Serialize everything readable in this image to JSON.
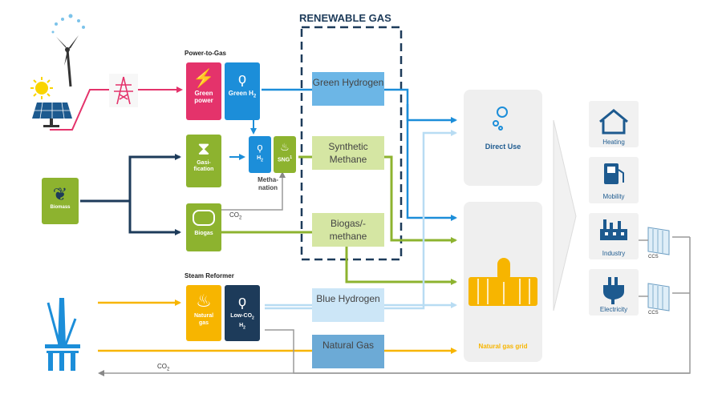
{
  "title": "RENEWABLE GAS",
  "power_to_gas": "Power-to-Gas",
  "steam_reformer": "Steam Reformer",
  "green_power": "Green power",
  "green_h2": "Green H",
  "gasification": "Gasi- fication",
  "biogas": "Biogas",
  "biomass": "Biomass",
  "h2_small": "H",
  "sng": "SNG",
  "sng_sup": "1",
  "methanation": "Metha- nation",
  "co2": "CO",
  "natural_gas_src": "Natural gas",
  "low_co2_h2": "Low-CO",
  "gas_boxes": {
    "green_hydrogen": "Green Hydrogen",
    "synthetic_methane": "Synthetic Methane",
    "biogas_methane": "Biogas/- methane",
    "blue_hydrogen": "Blue Hydrogen",
    "natural_gas": "Natural Gas"
  },
  "direct_use": "Direct Use",
  "natural_gas_grid": "Natural gas grid",
  "sectors": {
    "heating": "Heating",
    "mobility": "Mobility",
    "industry": "Industry",
    "electricity": "Electricity"
  },
  "ccs": "CCS",
  "colors": {
    "pink": "#e4336b",
    "blue": "#1c8ed9",
    "green": "#8db32f",
    "navy": "#1d3b5a",
    "yellow": "#f7b500",
    "gray": "#888888",
    "light_blue": "#b8dcf3"
  }
}
